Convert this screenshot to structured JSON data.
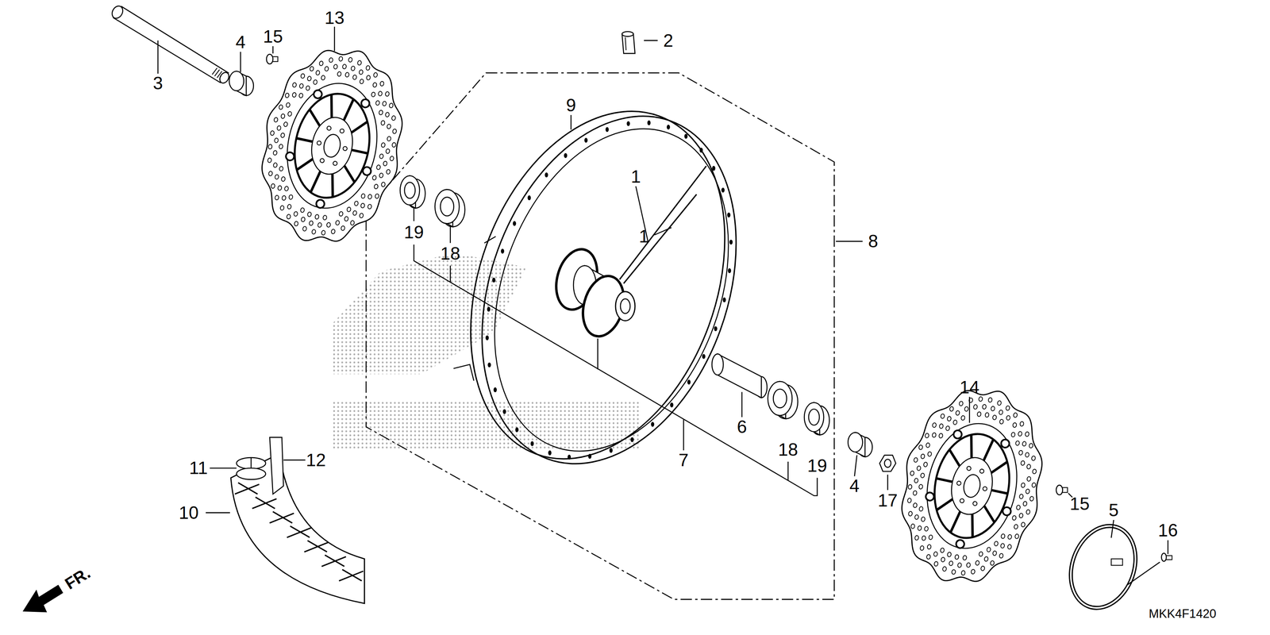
{
  "diagram": {
    "labels": [
      "2",
      "13",
      "15",
      "4",
      "3",
      "9",
      "1",
      "1",
      "8",
      "19",
      "18",
      "14",
      "6",
      "18",
      "19",
      "7",
      "11",
      "12",
      "10",
      "4",
      "17",
      "15",
      "5",
      "16",
      "FR.",
      "MKK4F1420"
    ]
  }
}
